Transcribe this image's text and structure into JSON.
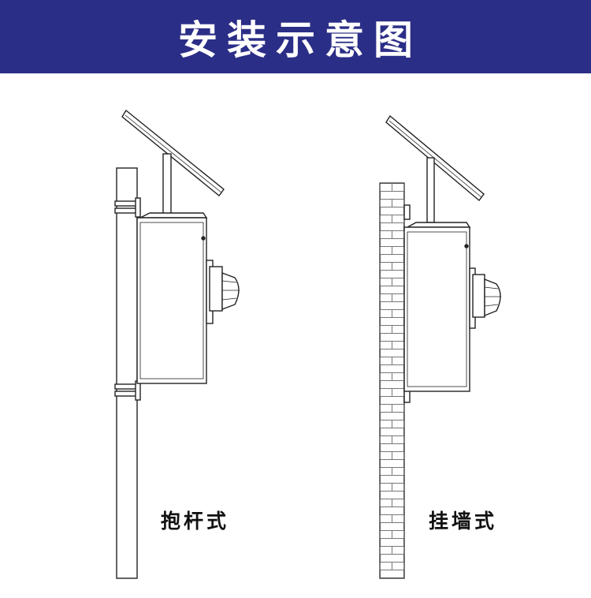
{
  "header": {
    "title": "安装示意图",
    "background_color": "#2b2e86",
    "text_color": "#ffffff"
  },
  "installations": [
    {
      "id": "pole",
      "label": "抱杆式"
    },
    {
      "id": "wall",
      "label": "挂墙式"
    }
  ]
}
